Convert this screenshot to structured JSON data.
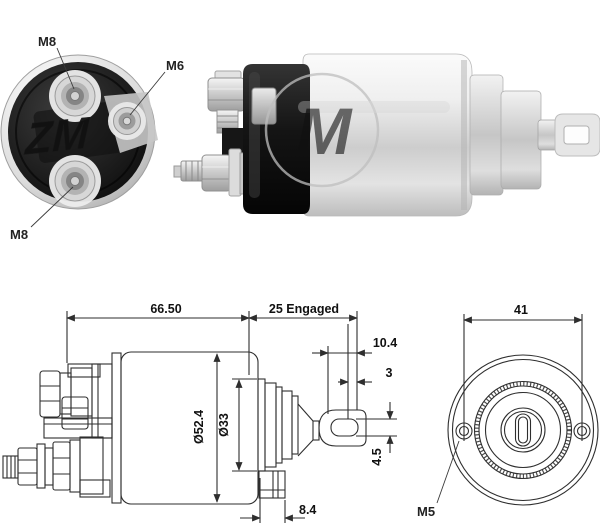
{
  "end_view": {
    "label_top": "M8",
    "label_side": "M6",
    "label_bottom": "M8",
    "watermark": "ZM"
  },
  "side_view": {
    "watermark": "M"
  },
  "side_elevation": {
    "dim_total_length": "66.50",
    "dim_engaged": "25 Engaged",
    "dim_plunger": "10.4",
    "dim_tip": "3",
    "dim_body_dia": "Ø52.4",
    "dim_flange_dia": "Ø33",
    "dim_slot": "4.5",
    "dim_tab": "8.4"
  },
  "front_view": {
    "dim_hole_spacing": "41",
    "label_hole_thread": "M5"
  },
  "colors": {
    "line": "#2e2e2e",
    "text": "#111111",
    "cap_black": "#141414",
    "body_silver": "#d9d9d9",
    "rim_chrome": "#e9e9e9"
  }
}
